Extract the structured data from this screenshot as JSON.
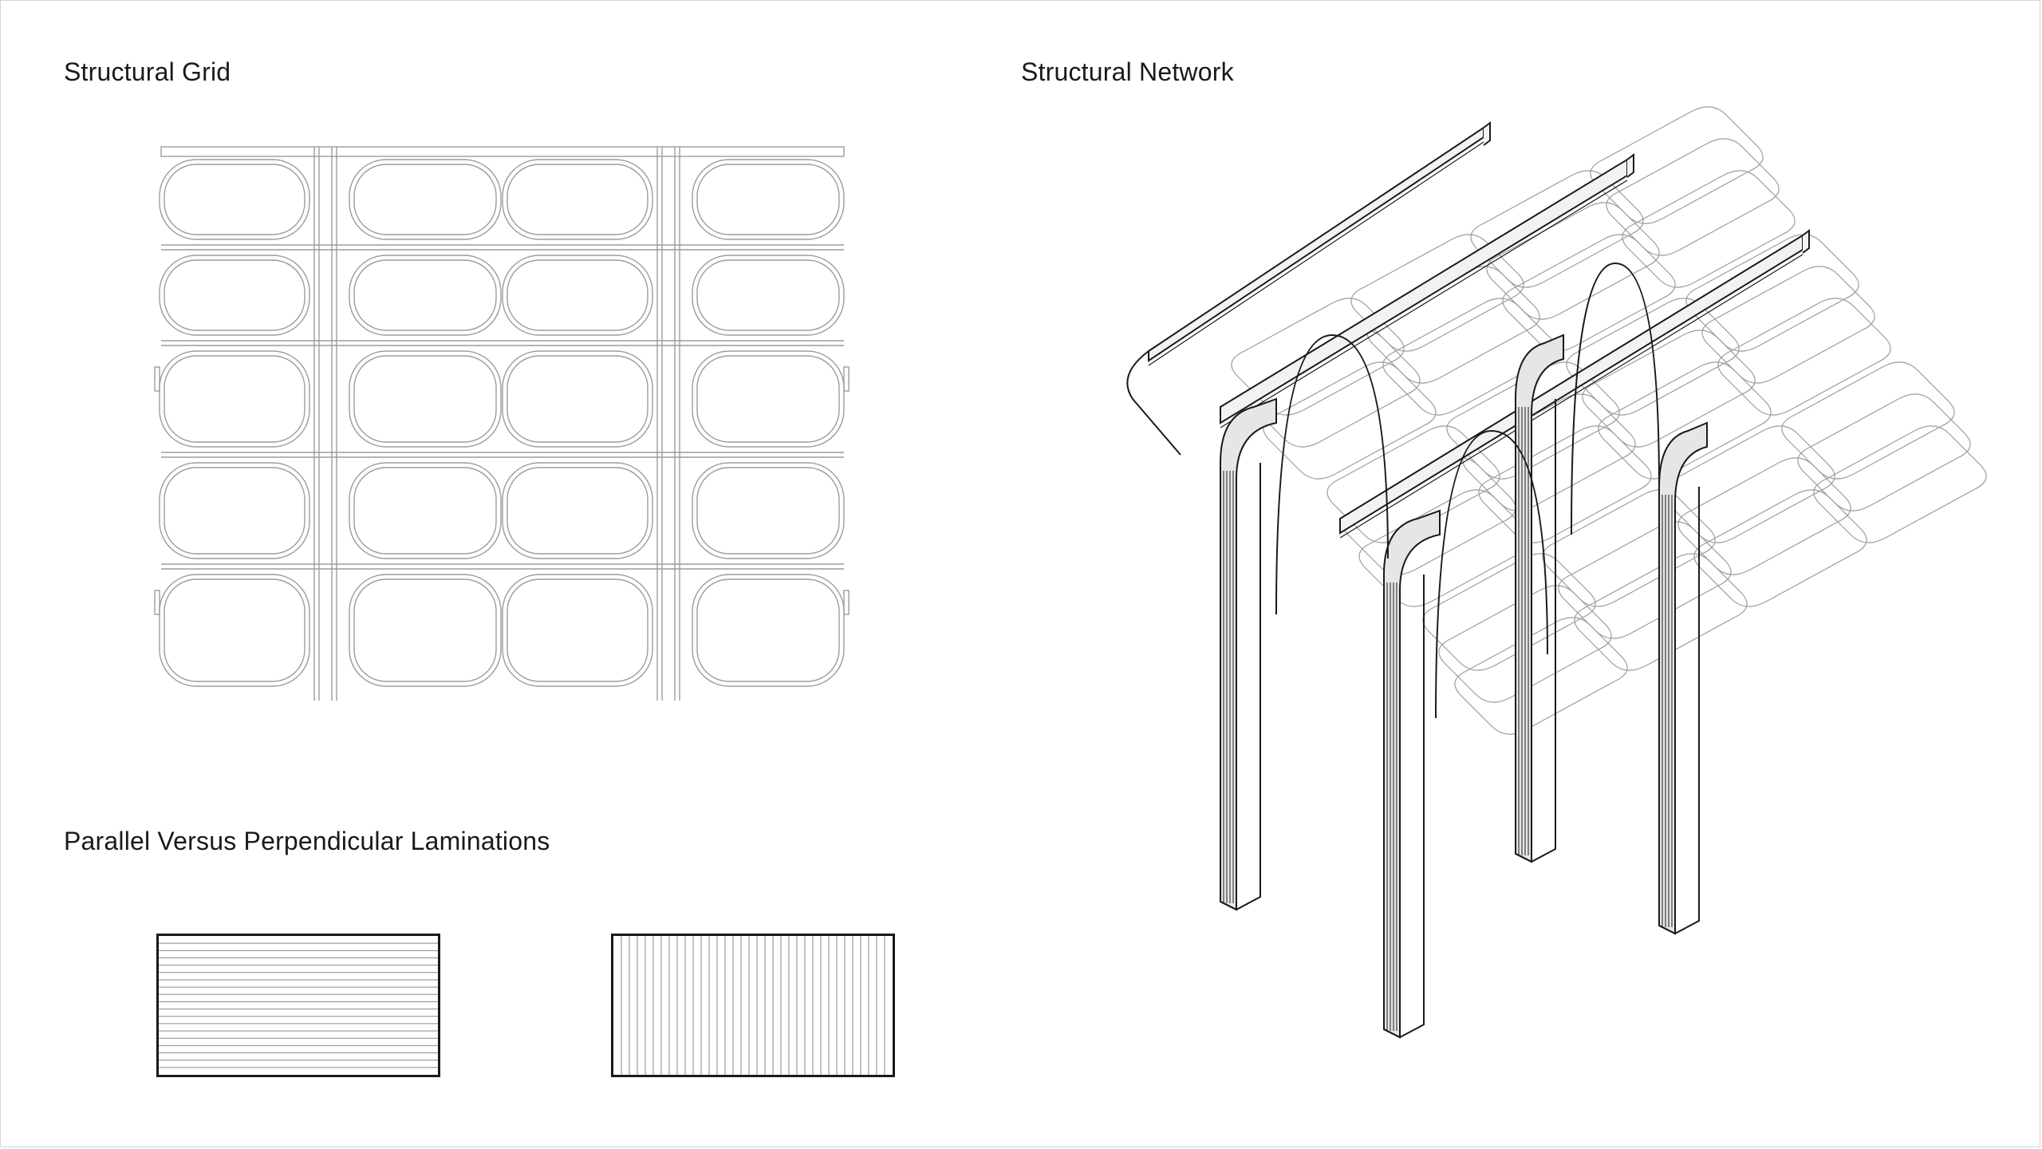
{
  "sections": {
    "grid": {
      "title": "Structural Grid"
    },
    "network": {
      "title": "Structural Network"
    },
    "laminations": {
      "title": "Parallel Versus Perpendicular Laminations",
      "panels": [
        {
          "orientation": "horizontal",
          "line_count": 18
        },
        {
          "orientation": "vertical",
          "line_count": 34
        }
      ]
    }
  },
  "colors": {
    "grid_stroke": "#9c9c9c",
    "line_stroke": "#1a1a1a",
    "lamination_stroke": "#8a8a8a",
    "fill_light": "#f2f2f2",
    "fill_mid": "#e6e6e6"
  }
}
